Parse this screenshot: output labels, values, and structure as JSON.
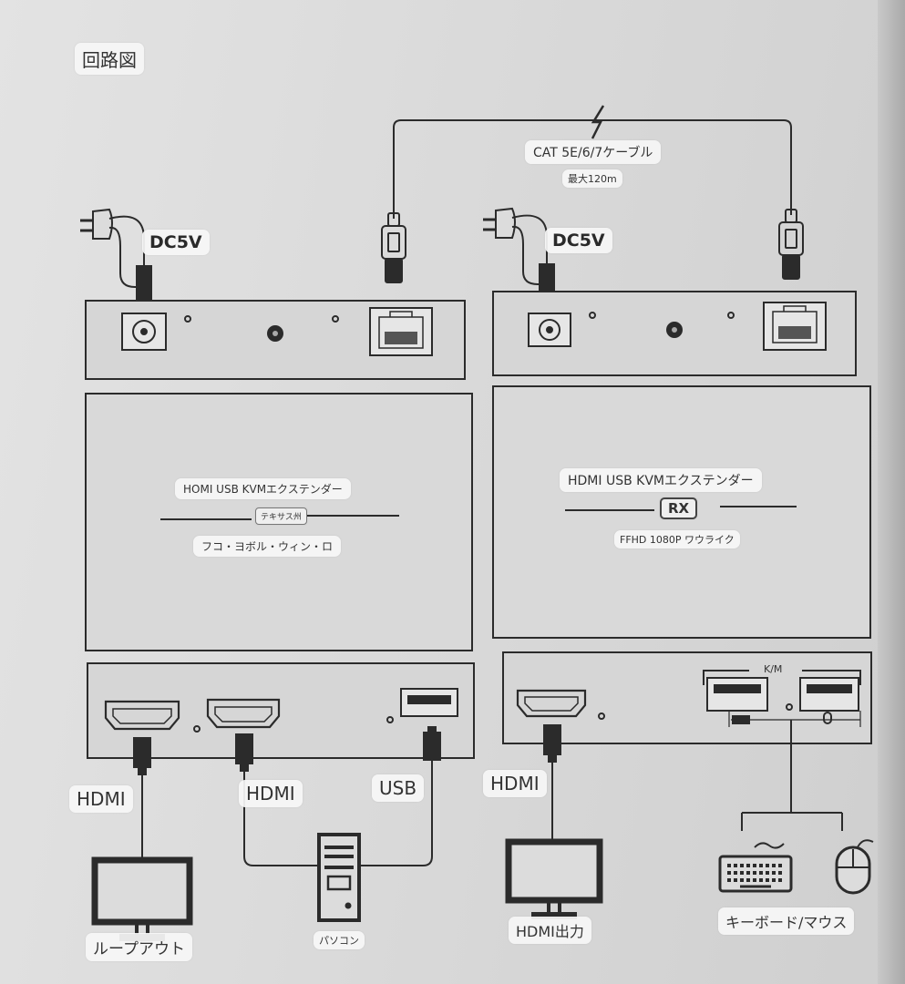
{
  "title": "回路図",
  "cable": {
    "label": "CAT 5E/6/7ケーブル",
    "max_length": "最大120m"
  },
  "tx": {
    "power": "DC5V",
    "product_name": "HOMI USB KVMエクステンダー",
    "tag": "テキサス州",
    "subtitle": "フコ・ヨボル・ウィン・ロ",
    "ports": {
      "hdmi_out": "HDMI",
      "hdmi_in": "HDMI",
      "usb": "USB"
    },
    "devices": {
      "monitor": "ループアウト",
      "computer": "パソコン"
    }
  },
  "rx": {
    "power": "DC5V",
    "product_name": "HDMI USB KVMエクステンダー",
    "badge": "RX",
    "subtitle": "FFHD 1080P ワウライク",
    "km_label": "K/M",
    "ports": {
      "hdmi": "HDMI"
    },
    "devices": {
      "monitor": "HDMI出力",
      "keyboard_mouse": "キーボード/マウス"
    }
  },
  "colors": {
    "line": "#2b2b2b",
    "panel": "#d8d8d8",
    "label_bg": "#f5f5f5"
  }
}
